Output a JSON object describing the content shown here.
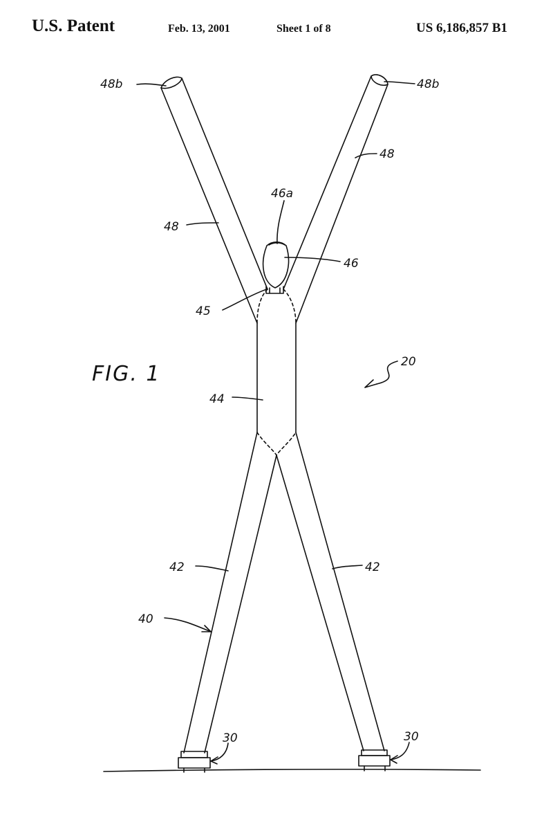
{
  "header": {
    "title": "U.S. Patent",
    "date": "Feb. 13, 2001",
    "sheet": "Sheet 1 of 8",
    "patent_number": "US 6,186,857 B1"
  },
  "figure": {
    "caption": "FIG. 1",
    "labels": {
      "arm_tip_left": "48b",
      "arm_tip_right": "48b",
      "arm_right": "48",
      "arm_left": "48",
      "head_top": "46a",
      "head": "46",
      "neck": "45",
      "assembly": "20",
      "torso": "44",
      "leg_left": "42",
      "leg_right": "42",
      "figure": "40",
      "base_left": "30",
      "base_right": "30"
    }
  }
}
